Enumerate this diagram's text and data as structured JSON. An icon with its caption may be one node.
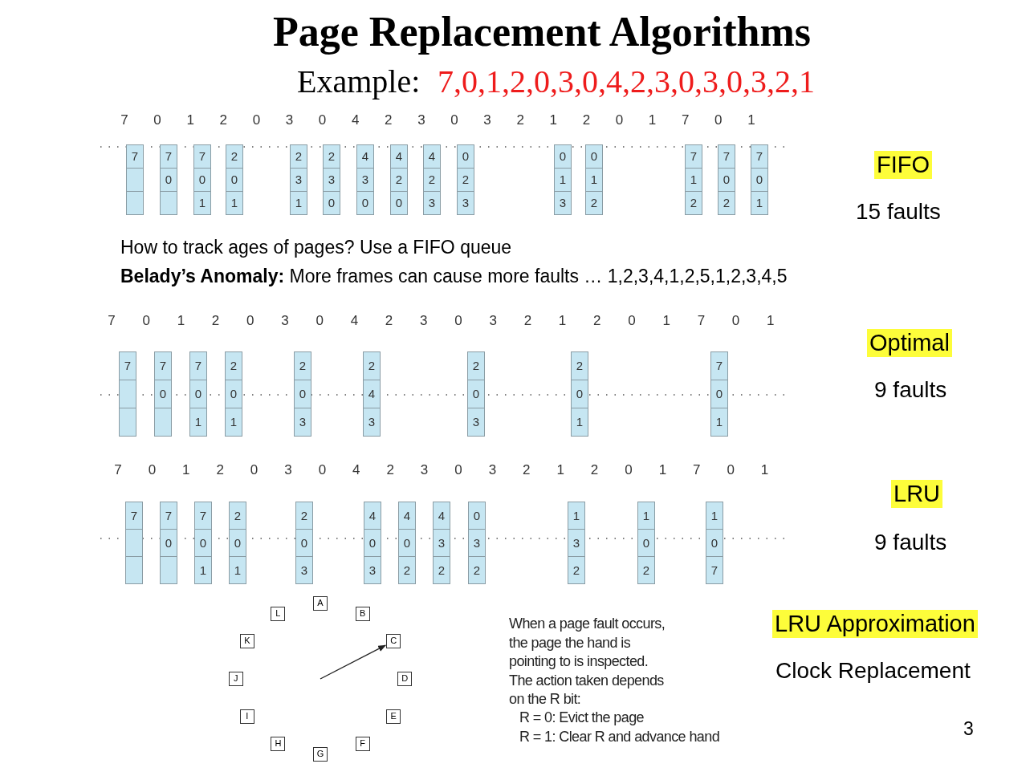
{
  "diagram": {
    "title": "Page Replacement Algorithms",
    "nodes": [
      {
        "text": [
          "7"
        ]
      },
      {
        "text": [
          "7",
          "0"
        ]
      },
      {
        "text": [
          "7",
          "0",
          "1"
        ]
      },
      {
        "text": [
          "2",
          "0",
          "1"
        ]
      },
      {
        "text": [
          "2",
          "3",
          "1"
        ]
      },
      {
        "text": [
          "2",
          "3",
          "0"
        ]
      },
      {
        "text": [
          "4",
          "3",
          "0"
        ]
      },
      {
        "text": [
          "4",
          "2",
          "0"
        ]
      },
      {
        "text": [
          "4",
          "2",
          "3"
        ]
      },
      {
        "text": [
          "0",
          "2",
          "3"
        ]
      },
      {
        "text": [
          "0",
          "1",
          "3"
        ]
      },
      {
        "text": [
          "0",
          "1",
          "2"
        ]
      },
      {
        "text": [
          "7",
          "1",
          "2"
        ]
      },
      {
        "text": [
          "7",
          "0",
          "2"
        ]
      },
      {
        "text": [
          "7",
          "0",
          "1"
        ]
      },
      {
        "text": [
          "7"
        ]
      },
      {
        "text": [
          "7",
          "0"
        ]
      },
      {
        "text": [
          "7",
          "0",
          "1"
        ]
      },
      {
        "text": [
          "2",
          "0",
          "1"
        ]
      },
      {
        "text": [
          "2",
          "0",
          "3"
        ]
      },
      {
        "text": [
          "2",
          "4",
          "3"
        ]
      },
      {
        "text": [
          "2",
          "0",
          "3"
        ]
      },
      {
        "text": [
          "2",
          "0",
          "1"
        ]
      },
      {
        "text": [
          "7",
          "0",
          "1"
        ]
      },
      {
        "text": [
          "7"
        ]
      },
      {
        "text": [
          "7",
          "0"
        ]
      },
      {
        "text": [
          "7",
          "0",
          "1"
        ]
      },
      {
        "text": [
          "2",
          "0",
          "1"
        ]
      },
      {
        "text": [
          "2",
          "0",
          "3"
        ]
      },
      {
        "text": [
          "4",
          "0",
          "3"
        ]
      },
      {
        "text": [
          "4",
          "0",
          "2"
        ]
      },
      {
        "text": [
          "4",
          "3",
          "2"
        ]
      },
      {
        "text": [
          "0",
          "3",
          "2"
        ]
      },
      {
        "text": [
          "1",
          "3",
          "2"
        ]
      },
      {
        "text": [
          "1",
          "0",
          "2"
        ]
      },
      {
        "text": [
          "1",
          "0",
          "7"
        ]
      },
      {
        "text": [
          "A"
        ]
      },
      {
        "text": [
          "B"
        ]
      },
      {
        "text": [
          "C"
        ]
      },
      {
        "text": [
          "D"
        ]
      },
      {
        "text": [
          "E"
        ]
      },
      {
        "text": [
          "F"
        ]
      },
      {
        "text": [
          "G"
        ]
      },
      {
        "text": [
          "H"
        ]
      },
      {
        "text": [
          "I"
        ]
      },
      {
        "text": [
          "J"
        ]
      },
      {
        "text": [
          "K"
        ]
      },
      {
        "text": [
          "L"
        ]
      }
    ],
    "edges": [
      {
        "from": null,
        "to": 38,
        "arrow": "to"
      }
    ],
    "labels": [
      "Example:",
      "7,0,1,2,0,3,0,4,2,3,0,3,0,3,2,1",
      "7",
      "0",
      "1",
      "2",
      "0",
      "3",
      "0",
      "4",
      "2",
      "3",
      "0",
      "3",
      "2",
      "1",
      "2",
      "0",
      "1",
      "7",
      "0",
      "1",
      "FIFO",
      "15 faults",
      "How to track ages of pages? Use a FIFO queue",
      "**Belady’s Anomaly:** More frames can cause more faults … 1,2,3,4,1,2,5,1,2,3,4,5",
      "7",
      "0",
      "1",
      "2",
      "0",
      "3",
      "0",
      "4",
      "2",
      "3",
      "0",
      "3",
      "2",
      "1",
      "2",
      "0",
      "1",
      "7",
      "0",
      "1",
      "Optimal",
      "9 faults",
      "7",
      "0",
      "1",
      "2",
      "0",
      "3",
      "0",
      "4",
      "2",
      "3",
      "0",
      "3",
      "2",
      "1",
      "2",
      "0",
      "1",
      "7",
      "0",
      "1",
      "LRU",
      "9 faults",
      "When a page fault occurs, the page the hand is pointing to is inspected. The action taken depends on the R bit:",
      "R = 0: Evict the page",
      "R = 1: Clear R and advance hand",
      "LRU Approximation",
      "Clock Replacement",
      "3"
    ]
  }
}
